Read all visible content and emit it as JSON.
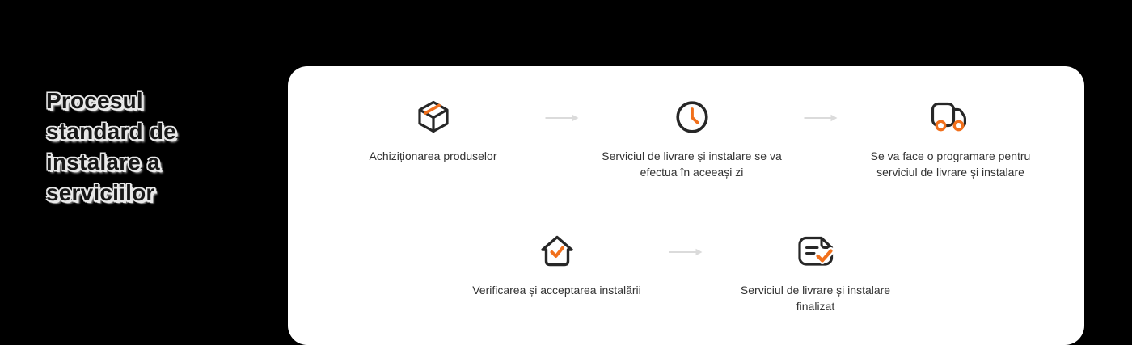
{
  "title": {
    "text": "Procesul\nstandard de\ninstalare a\nserviciilor"
  },
  "steps": [
    {
      "id": 1,
      "icon": "package-icon",
      "label": "Achiziționarea produselor"
    },
    {
      "id": 2,
      "icon": "clock-icon",
      "label": "Serviciul de livrare și instalare se va\nefectua în aceeași zi"
    },
    {
      "id": 3,
      "icon": "truck-icon",
      "label": "Se va face o programare pentru\nserviciul de livrare și instalare"
    },
    {
      "id": 4,
      "icon": "house-check-icon",
      "label": "Verificarea și acceptarea instalării"
    },
    {
      "id": 5,
      "icon": "document-check-icon",
      "label": "Serviciul de livrare și instalare\nfinalizat"
    }
  ],
  "colors": {
    "background": "#000000",
    "card_background": "#FFFFFF",
    "accent_orange": "#F1701C",
    "icon_dark": "#272727",
    "label_text": "#333333",
    "arrow_gray": "#DBDBDB",
    "title_text": "#171717",
    "title_halo": "#E9E9E9"
  }
}
